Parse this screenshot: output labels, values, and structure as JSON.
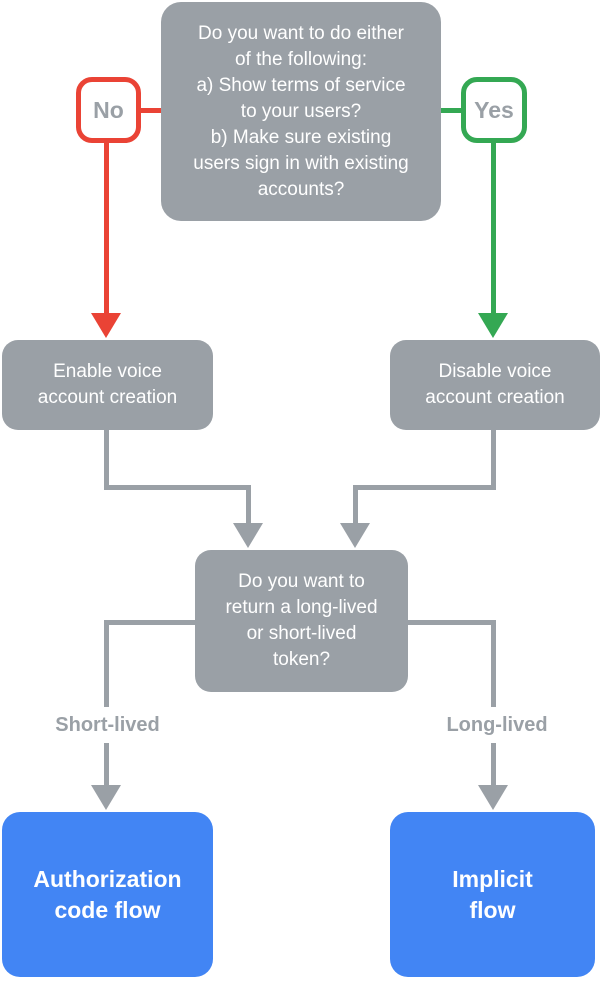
{
  "flowchart": {
    "question_top": {
      "text": "Do you want to do either\nof the following:\na) Show terms of service\nto your users?\nb) Make sure existing\nusers sign in with existing\naccounts?"
    },
    "branch_no": {
      "label": "No"
    },
    "branch_yes": {
      "label": "Yes"
    },
    "enable_node": {
      "text": "Enable voice\naccount creation"
    },
    "disable_node": {
      "text": "Disable voice\naccount creation"
    },
    "question_token": {
      "text": "Do you want to\nreturn a long-lived\nor short-lived\ntoken?"
    },
    "branch_short": {
      "label": "Short-lived"
    },
    "branch_long": {
      "label": "Long-lived"
    },
    "auth_code_node": {
      "text": "Authorization\ncode flow"
    },
    "implicit_node": {
      "text": "Implicit\nflow"
    },
    "colors": {
      "node_gray": "#9AA0A6",
      "no_red": "#EA4335",
      "yes_green": "#34A853",
      "result_blue": "#4285F4",
      "badge_text": "#9AA0A6",
      "node_text": "#FFFFFF"
    }
  }
}
